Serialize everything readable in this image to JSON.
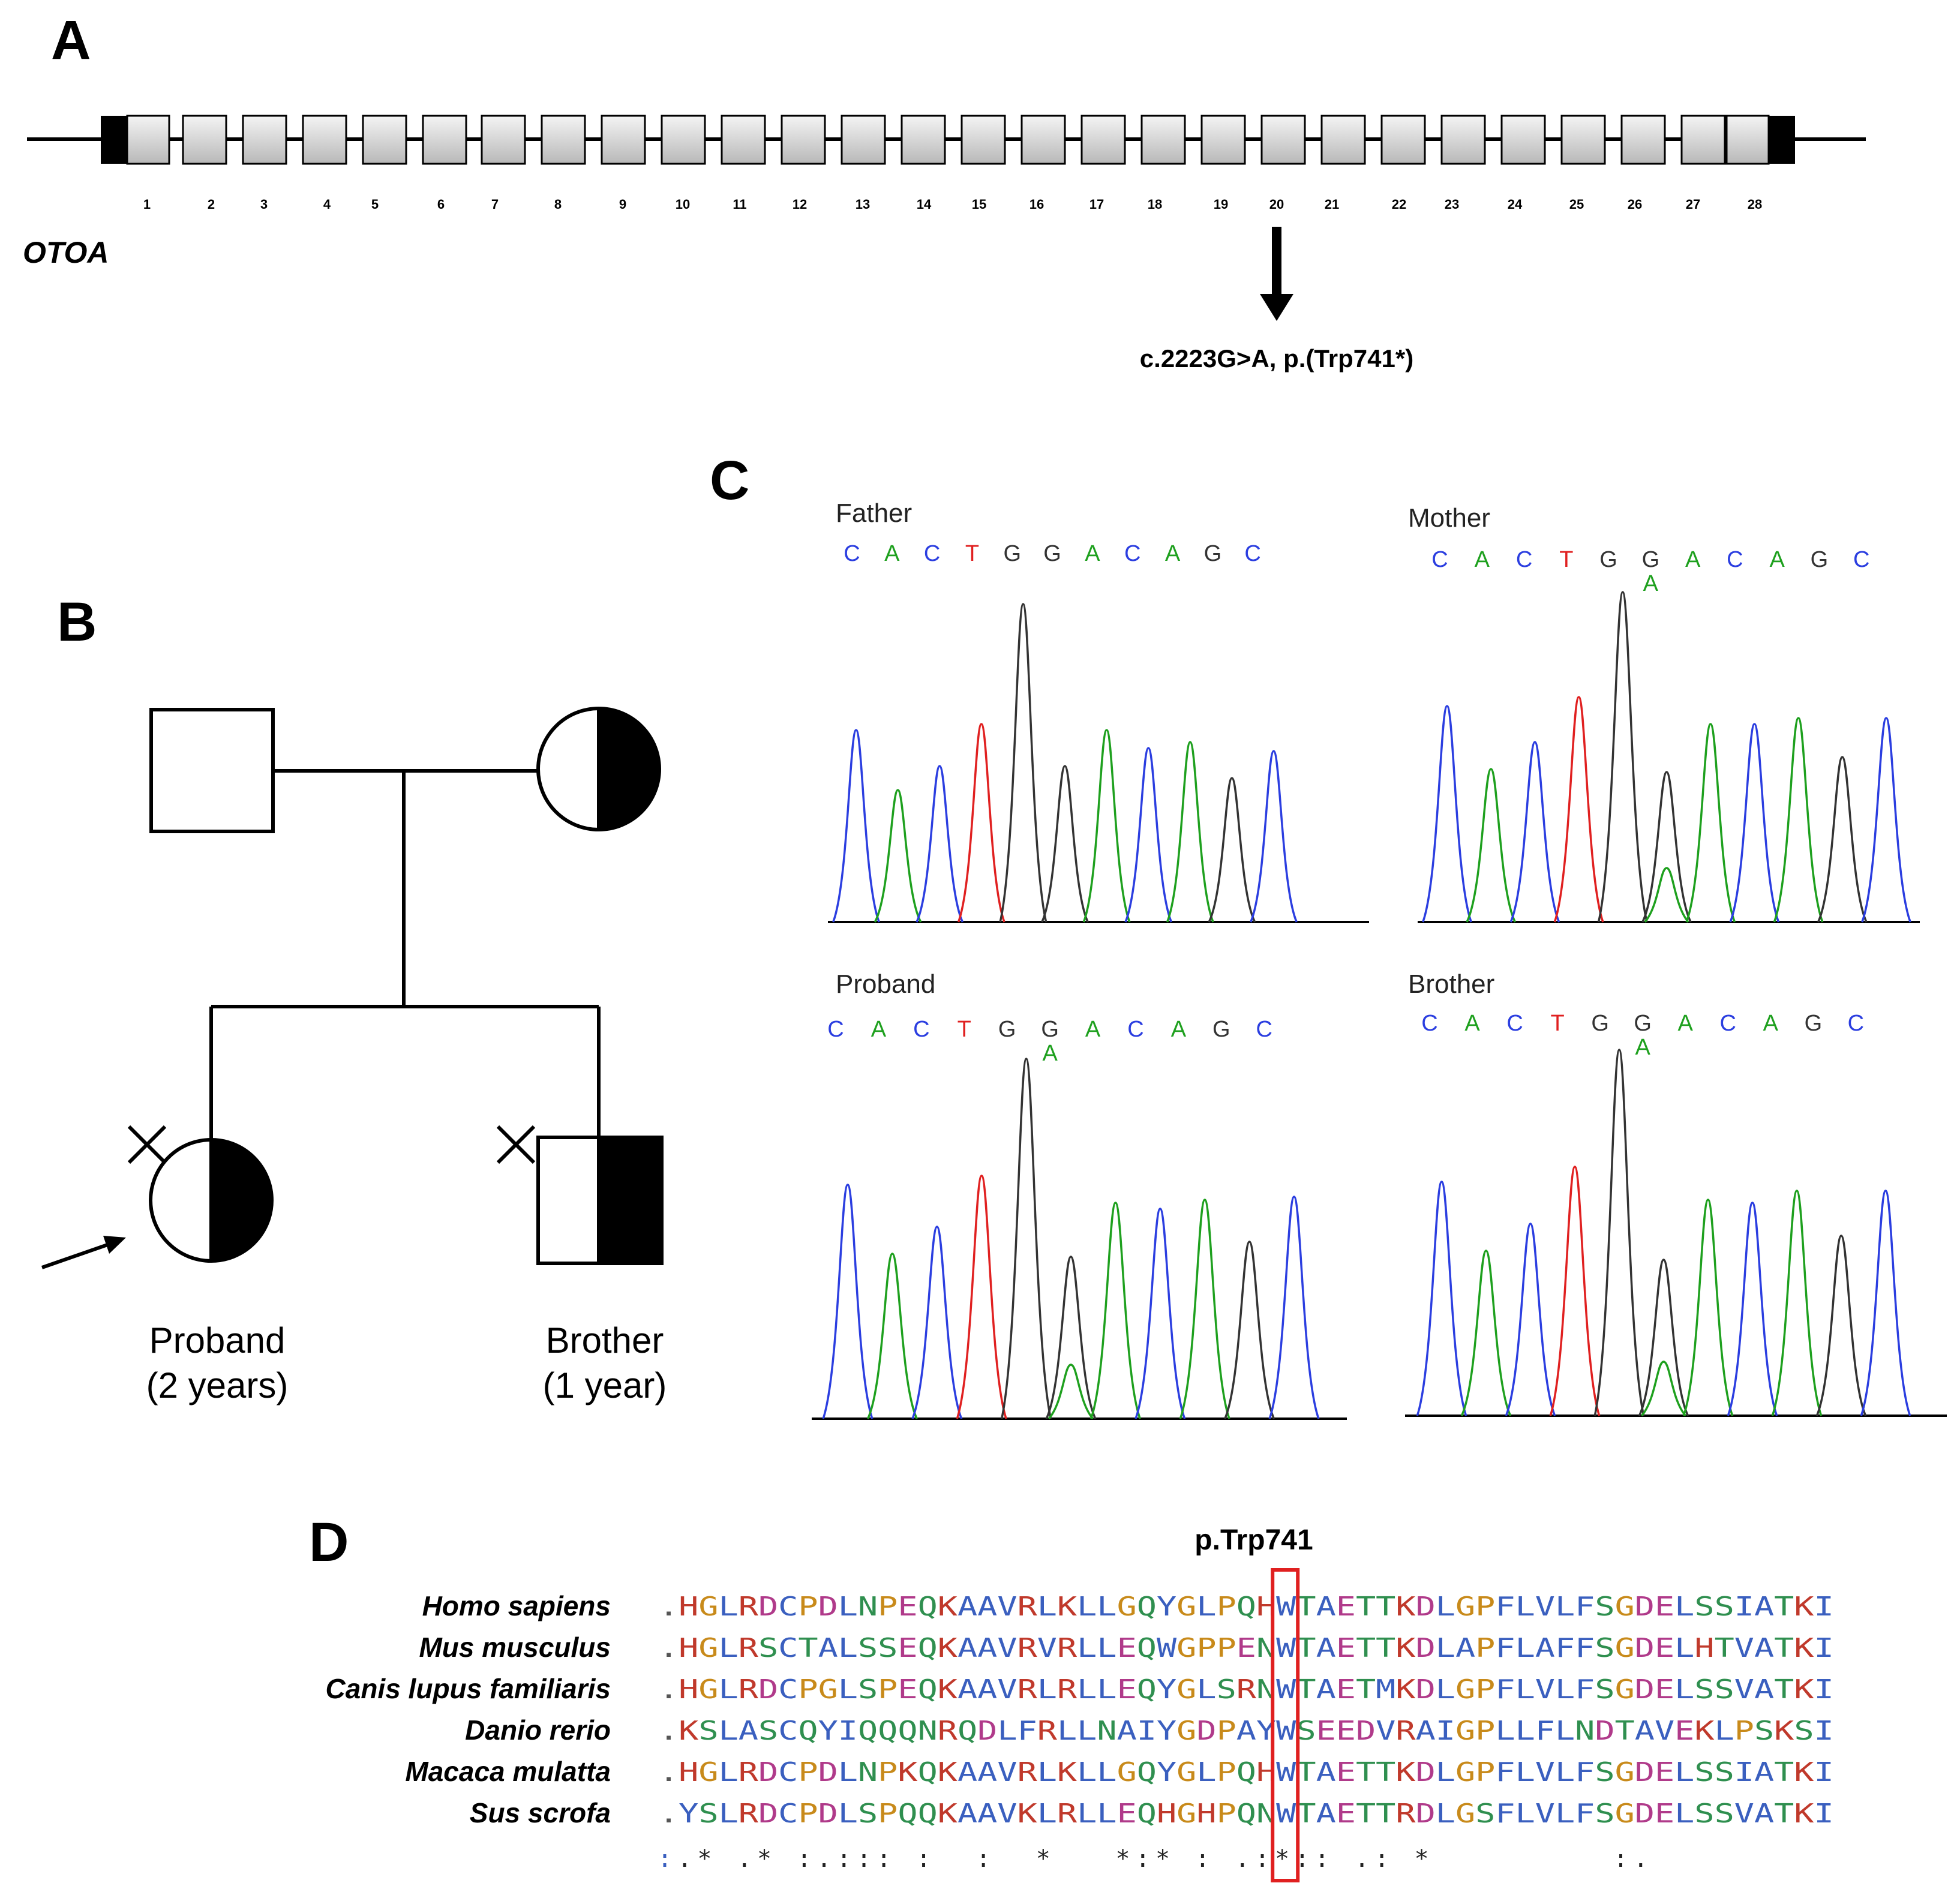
{
  "panel_a": {
    "label": "A",
    "gene_name": "OTOA",
    "exon_numbers": [
      "1",
      "2",
      "3",
      "4",
      "5",
      "6",
      "7",
      "8",
      "9",
      "10",
      "11",
      "12",
      "13",
      "14",
      "15",
      "16",
      "17",
      "18",
      "19",
      "20",
      "21",
      "22",
      "23",
      "24",
      "25",
      "26",
      "27",
      "28"
    ],
    "variant_label": "c.2223G>A, p.(Trp741*)",
    "variant_exon": "20"
  },
  "panel_b": {
    "label": "B",
    "proband_label": "Proband",
    "proband_age": "(2 years)",
    "brother_label": "Brother",
    "brother_age": "(1 year)"
  },
  "panel_c": {
    "label": "C",
    "traces": [
      {
        "name": "Father",
        "bases": [
          "C",
          "A",
          "C",
          "T",
          "G",
          "G",
          "A",
          "C",
          "A",
          "G",
          "C"
        ],
        "het": ""
      },
      {
        "name": "Mother",
        "bases": [
          "C",
          "A",
          "C",
          "T",
          "G",
          "G",
          "A",
          "C",
          "A",
          "G",
          "C"
        ],
        "het": "A"
      },
      {
        "name": "Proband",
        "bases": [
          "C",
          "A",
          "C",
          "T",
          "G",
          "G",
          "A",
          "C",
          "A",
          "G",
          "C"
        ],
        "het": "A"
      },
      {
        "name": "Brother",
        "bases": [
          "C",
          "A",
          "C",
          "T",
          "G",
          "G",
          "A",
          "C",
          "A",
          "G",
          "C"
        ],
        "het": "A"
      }
    ],
    "base_colors": {
      "A": "#1ea01e",
      "C": "#2b3ee0",
      "G": "#333333",
      "T": "#e02020"
    }
  },
  "panel_d": {
    "label": "D",
    "highlight_label": "p.Trp741",
    "highlight_color": "#e02020",
    "species": [
      {
        "name": "Homo sapiens",
        "seq": ".HGLRDCPDLNPEQKAAVRLKLLGQYGLPQHWTAETTKDLGPFLVLFSGDELSSIATKI"
      },
      {
        "name": "Mus musculus",
        "seq": ".HGLRSCTALSSEQKAAVRVRLLEQWGPPENWTAETTKDLAPFLAFFSGDELHTVATKI"
      },
      {
        "name": "Canis lupus familiaris",
        "seq": ".HGLRDCPGLSPEQKAAVRLRLLEQYGLSRNWTAETMKDLGPFLVLFSGDELSSVATKI"
      },
      {
        "name": "Danio rerio",
        "seq": ".KSLASCQYIQQQNRQDLFRLLNAIYGDPAYWSEEDVRAIGPLLFLNDTAVEKLPSKSI"
      },
      {
        "name": "Macaca mulatta",
        "seq": ".HGLRDCPDLNPKQKAAVRLKLLGQYGLPQHWTAETTKDLGPFLVLFSGDELSSIATKI"
      },
      {
        "name": "Sus scrofa",
        "seq": ".YSLRDCPDLSPQQKAAVKLRLLEQHGHPQNWTAETTRDLGSFLVLFSGDELSSVATKI"
      }
    ],
    "consensus": ":.*.*:.:::::**:*:.:*::.:*:."
  }
}
